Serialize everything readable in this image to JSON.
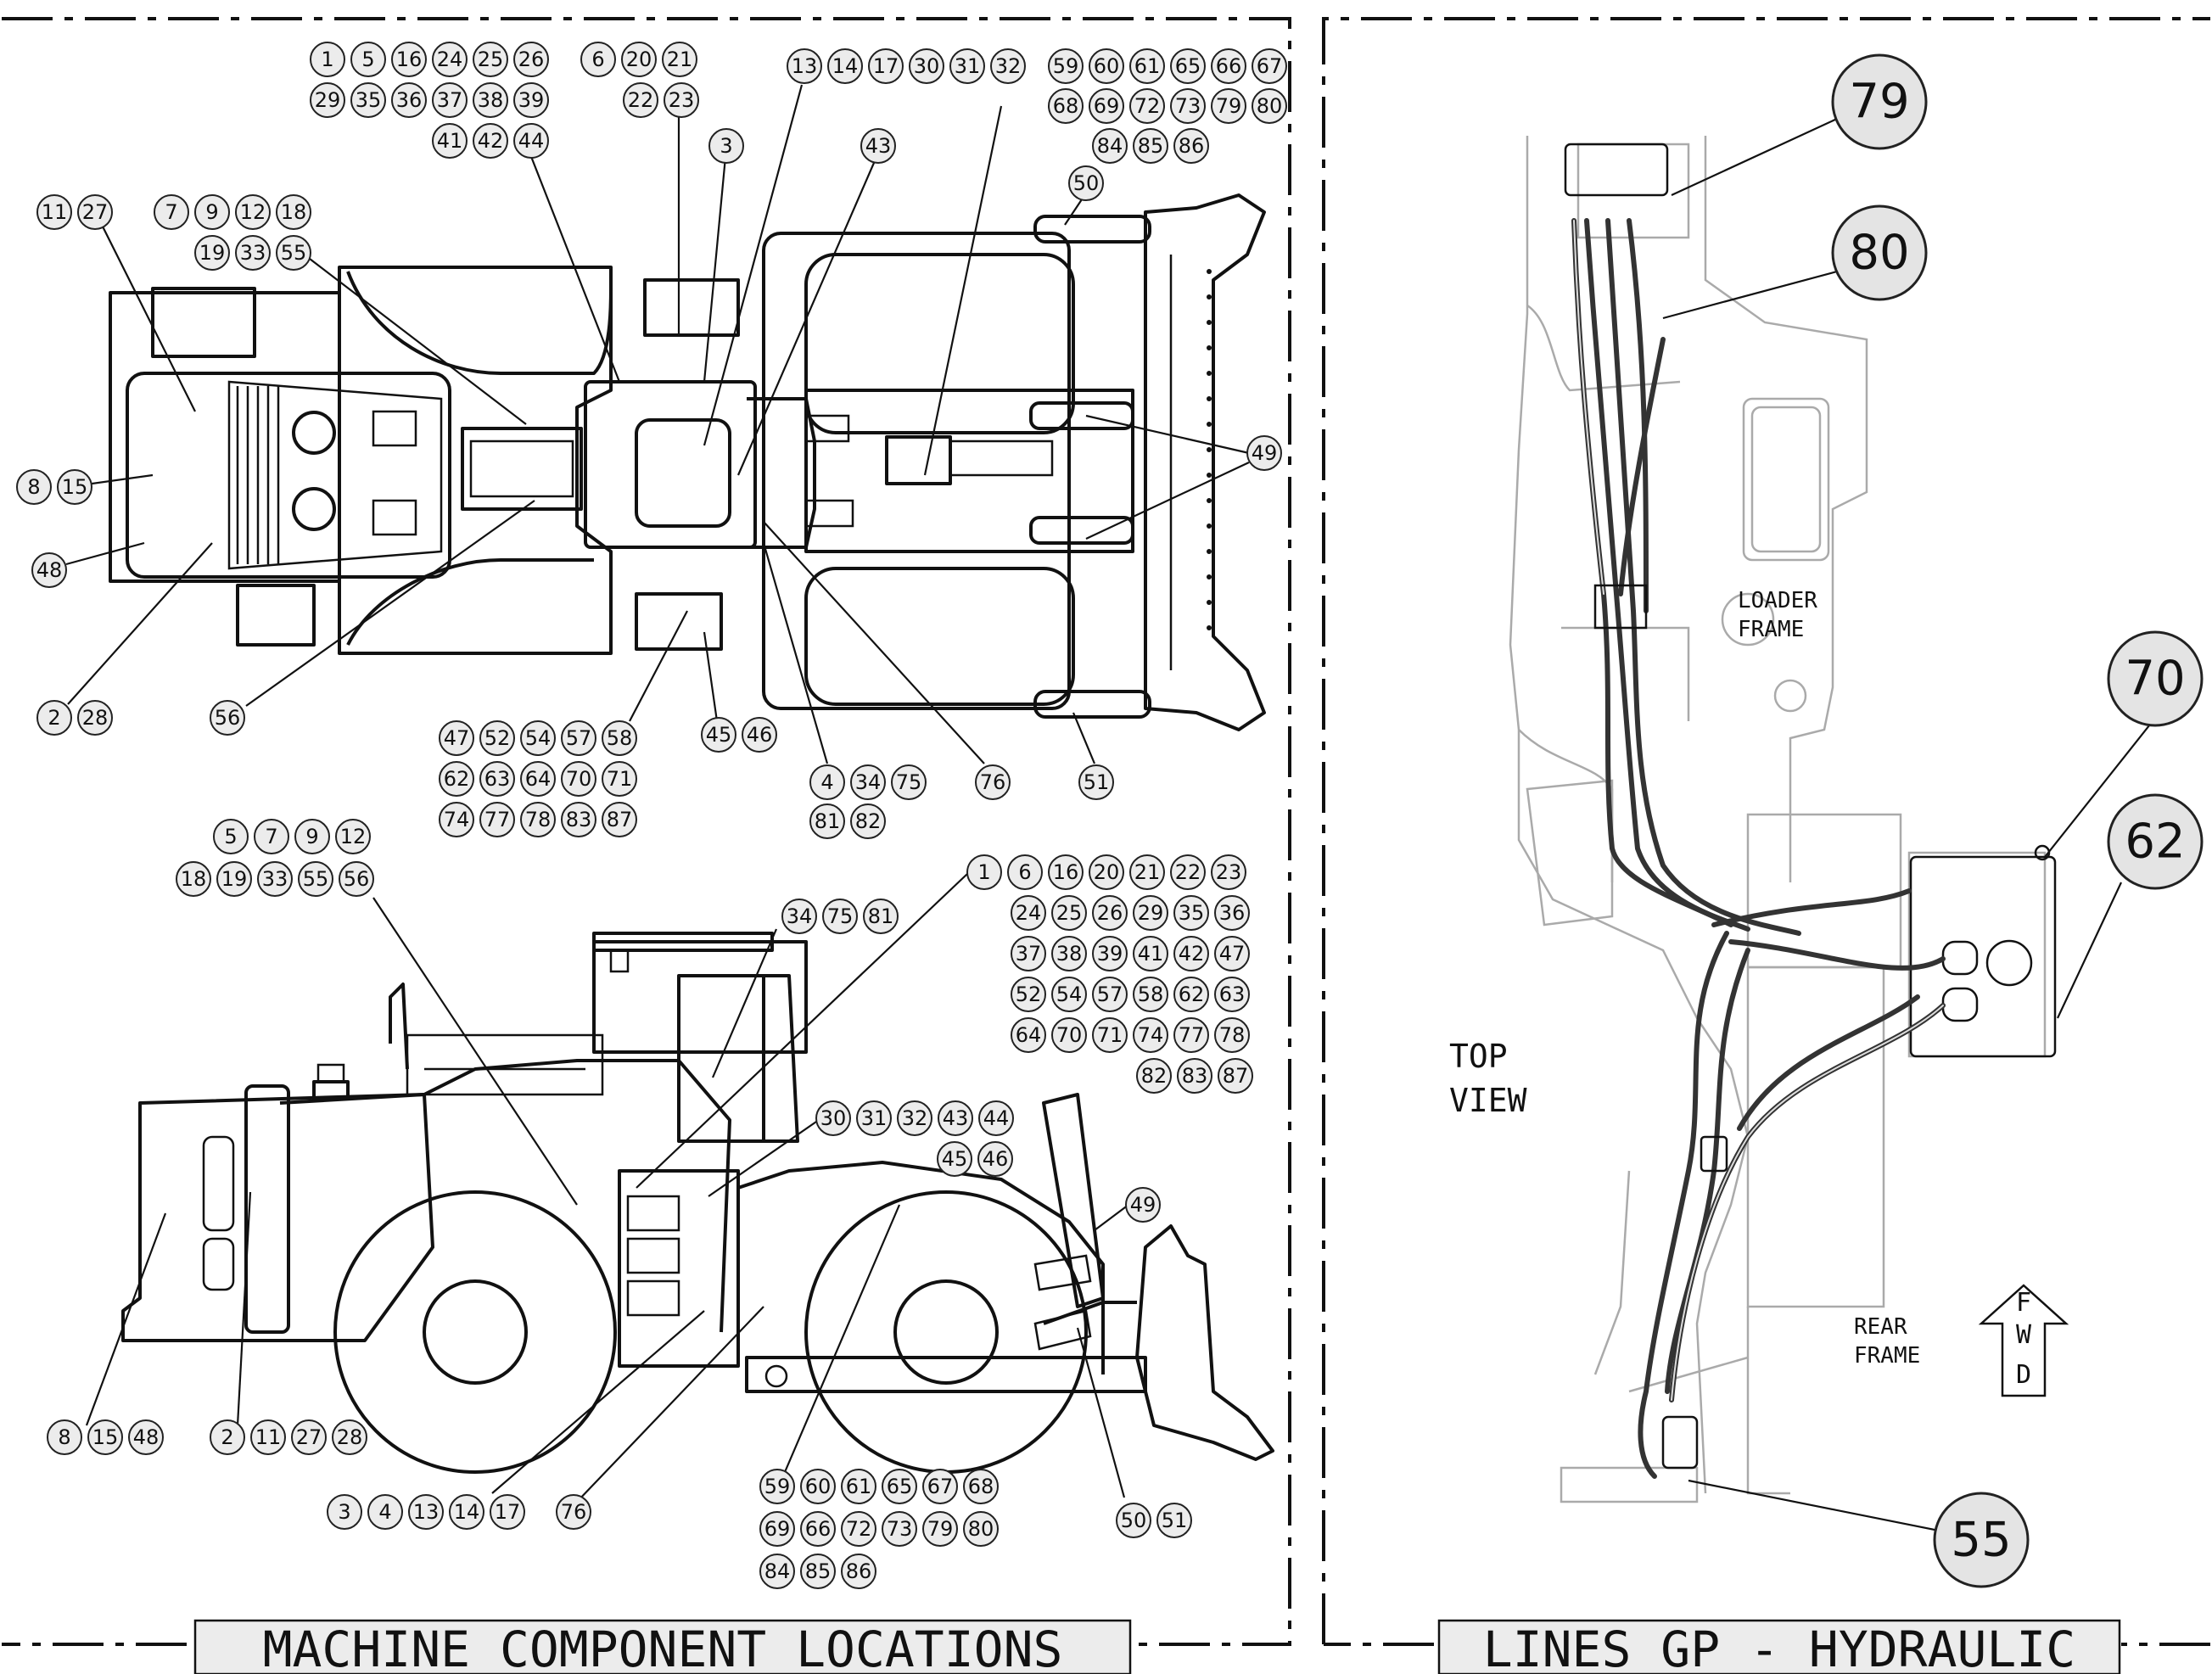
{
  "left_panel": {
    "title": "MACHINE COMPONENT LOCATIONS",
    "top_view_callouts": [
      [
        "1",
        "5",
        "16",
        "24",
        "25",
        "26"
      ],
      [
        "29",
        "35",
        "36",
        "37",
        "38",
        "39"
      ],
      [
        "41",
        "42",
        "44"
      ],
      [
        "6",
        "20",
        "21"
      ],
      [
        "22",
        "23"
      ],
      [
        "13",
        "14",
        "17",
        "30",
        "31",
        "32"
      ],
      [
        "3"
      ],
      [
        "43"
      ],
      [
        "59",
        "60",
        "61",
        "65",
        "66",
        "67"
      ],
      [
        "68",
        "69",
        "72",
        "73",
        "79",
        "80"
      ],
      [
        "84",
        "85",
        "86"
      ],
      [
        "50"
      ],
      [
        "11",
        "27"
      ],
      [
        "7",
        "9",
        "12",
        "18"
      ],
      [
        "19",
        "33",
        "55"
      ],
      [
        "8",
        "15"
      ],
      [
        "48"
      ],
      [
        "2",
        "28"
      ],
      [
        "56"
      ],
      [
        "49"
      ],
      [
        "47",
        "52",
        "54",
        "57",
        "58"
      ],
      [
        "62",
        "63",
        "64",
        "70",
        "71"
      ],
      [
        "74",
        "77",
        "78",
        "83",
        "87"
      ],
      [
        "45",
        "46"
      ],
      [
        "4",
        "34",
        "75"
      ],
      [
        "81",
        "82"
      ],
      [
        "76"
      ],
      [
        "51"
      ]
    ],
    "side_view_callouts": [
      [
        "5",
        "7",
        "9",
        "12"
      ],
      [
        "18",
        "19",
        "33",
        "55",
        "56"
      ],
      [
        "34",
        "75",
        "81"
      ],
      [
        "1",
        "6",
        "16",
        "20",
        "21",
        "22",
        "23"
      ],
      [
        "24",
        "25",
        "26",
        "29",
        "35",
        "36"
      ],
      [
        "37",
        "38",
        "39",
        "41",
        "42",
        "47"
      ],
      [
        "52",
        "54",
        "57",
        "58",
        "62",
        "63"
      ],
      [
        "64",
        "70",
        "71",
        "74",
        "77",
        "78"
      ],
      [
        "82",
        "83",
        "87"
      ],
      [
        "30",
        "31",
        "32",
        "43",
        "44"
      ],
      [
        "45",
        "46"
      ],
      [
        "49"
      ],
      [
        "8",
        "15",
        "48"
      ],
      [
        "2",
        "11",
        "27",
        "28"
      ],
      [
        "3",
        "4",
        "13",
        "14",
        "17"
      ],
      [
        "76"
      ],
      [
        "59",
        "60",
        "61",
        "65",
        "67",
        "68"
      ],
      [
        "69",
        "66",
        "72",
        "73",
        "79",
        "80"
      ],
      [
        "84",
        "85",
        "86"
      ],
      [
        "50",
        "51"
      ]
    ]
  },
  "right_panel": {
    "title": "LINES GP - HYDRAULIC",
    "view_label": [
      "TOP",
      "VIEW"
    ],
    "loader_frame_label": [
      "LOADER",
      "FRAME"
    ],
    "rear_frame_label": [
      "REAR",
      "FRAME"
    ],
    "fwd_arrow_letters": [
      "F",
      "W",
      "D"
    ],
    "callouts": [
      "79",
      "80",
      "70",
      "62",
      "55"
    ]
  }
}
